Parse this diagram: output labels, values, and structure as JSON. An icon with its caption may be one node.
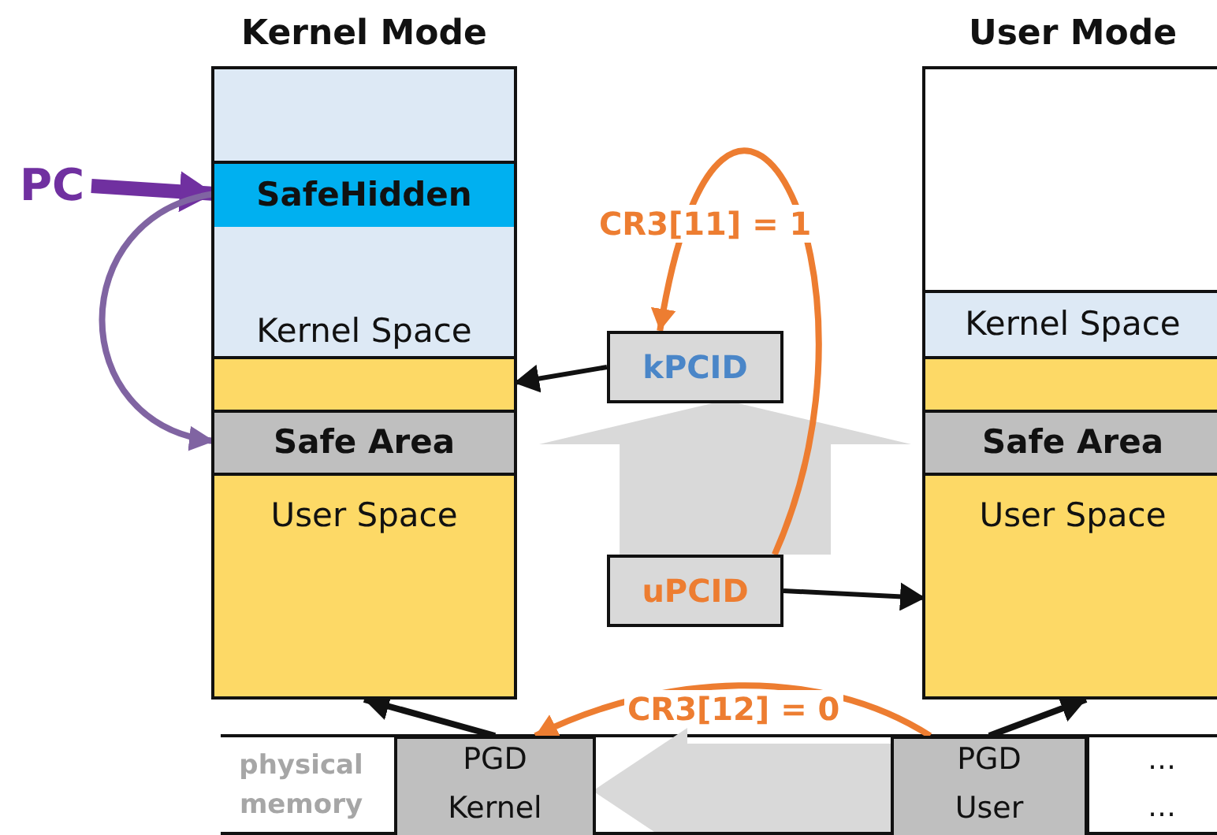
{
  "diagram": {
    "nodes": [
      {
        "text": [
          "Kernel Mode"
        ]
      },
      {
        "text": [
          "Kernel Space"
        ],
        "in": 0
      },
      {
        "text": [
          "SafeHidden"
        ],
        "in": 1
      },
      {
        "text": [],
        "shape": "box",
        "in": 0
      },
      {
        "text": [
          "Safe Area"
        ],
        "in": 0
      },
      {
        "text": [
          "User Space"
        ],
        "in": 0
      },
      {
        "text": [
          "PC"
        ]
      },
      {
        "text": [
          "User Mode"
        ]
      },
      {
        "text": [
          "Kernel Space"
        ],
        "in": 7
      },
      {
        "text": [],
        "shape": "box",
        "in": 7
      },
      {
        "text": [
          "Safe Area"
        ],
        "in": 7
      },
      {
        "text": [
          "User Space"
        ],
        "in": 7
      },
      {
        "text": [
          "kPCID"
        ]
      },
      {
        "text": [
          "uPCID"
        ]
      },
      {
        "text": [
          "PGD Kernel"
        ]
      },
      {
        "text": [
          "PGD User"
        ]
      }
    ],
    "edges": [
      {
        "from": 6,
        "to": 2,
        "arrow": "to",
        "style": "thick",
        "color": "#7030a0"
      },
      {
        "from": 2,
        "to": 4,
        "arrow": "to",
        "color": "#8064a2"
      },
      {
        "from": 12,
        "to": 3,
        "arrow": "to"
      },
      {
        "from": 13,
        "to": 11,
        "arrow": "to"
      },
      {
        "from": 13,
        "to": 12,
        "arrow": "to",
        "label": "CR3[11] = 1",
        "color": "#ed7d31"
      },
      {
        "from": 15,
        "to": 14,
        "arrow": "to",
        "label": "CR3[12] = 0",
        "color": "#ed7d31"
      },
      {
        "from": 14,
        "to": 0,
        "arrow": "to"
      },
      {
        "from": 15,
        "to": 7,
        "arrow": "to"
      },
      {
        "from": 13,
        "to": 12,
        "arrow": "to",
        "style": "thick",
        "color": "#d9d9d9"
      },
      {
        "from": 15,
        "to": 14,
        "arrow": "to",
        "style": "thick",
        "color": "#d9d9d9"
      }
    ],
    "labels": [
      "physical memory",
      "…",
      "…"
    ]
  }
}
